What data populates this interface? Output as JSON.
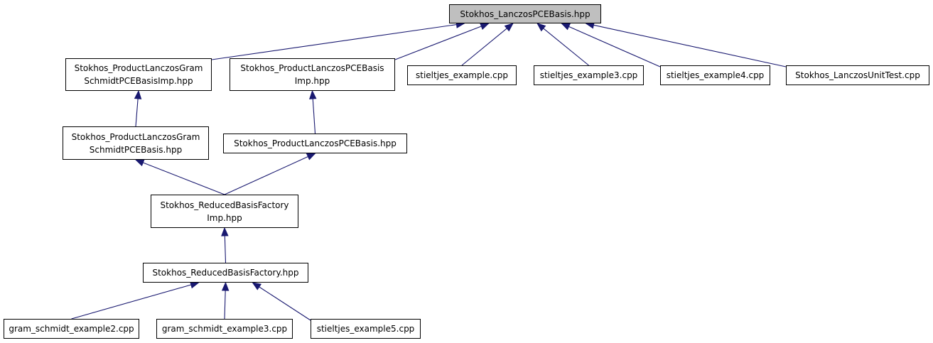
{
  "diagram": {
    "edge_color": "#191970",
    "root_fill": "#bfbfbf",
    "nodes": {
      "root": {
        "lines": [
          "Stokhos_LanczosPCEBasis.hpp"
        ]
      },
      "gram_schmidt_imp": {
        "lines": [
          "Stokhos_ProductLanczosGram",
          "SchmidtPCEBasisImp.hpp"
        ]
      },
      "product_imp": {
        "lines": [
          "Stokhos_ProductLanczosPCEBasis",
          "Imp.hpp"
        ]
      },
      "stieltjes_example": {
        "lines": [
          "stieltjes_example.cpp"
        ]
      },
      "stieltjes_example3": {
        "lines": [
          "stieltjes_example3.cpp"
        ]
      },
      "stieltjes_example4": {
        "lines": [
          "stieltjes_example4.cpp"
        ]
      },
      "lanczos_unit_test": {
        "lines": [
          "Stokhos_LanczosUnitTest.cpp"
        ]
      },
      "gram_schmidt": {
        "lines": [
          "Stokhos_ProductLanczosGram",
          "SchmidtPCEBasis.hpp"
        ]
      },
      "product": {
        "lines": [
          "Stokhos_ProductLanczosPCEBasis.hpp"
        ]
      },
      "reduced_factory_imp": {
        "lines": [
          "Stokhos_ReducedBasisFactory",
          "Imp.hpp"
        ]
      },
      "reduced_factory": {
        "lines": [
          "Stokhos_ReducedBasisFactory.hpp"
        ]
      },
      "gram_schmidt_example2": {
        "lines": [
          "gram_schmidt_example2.cpp"
        ]
      },
      "gram_schmidt_example3": {
        "lines": [
          "gram_schmidt_example3.cpp"
        ]
      },
      "stieltjes_example5": {
        "lines": [
          "stieltjes_example5.cpp"
        ]
      }
    },
    "edges": [
      {
        "from": "gram_schmidt_imp",
        "to": "root"
      },
      {
        "from": "product_imp",
        "to": "root"
      },
      {
        "from": "stieltjes_example",
        "to": "root"
      },
      {
        "from": "stieltjes_example3",
        "to": "root"
      },
      {
        "from": "stieltjes_example4",
        "to": "root"
      },
      {
        "from": "lanczos_unit_test",
        "to": "root"
      },
      {
        "from": "gram_schmidt",
        "to": "gram_schmidt_imp"
      },
      {
        "from": "product",
        "to": "product_imp"
      },
      {
        "from": "reduced_factory_imp",
        "to": "gram_schmidt"
      },
      {
        "from": "reduced_factory_imp",
        "to": "product"
      },
      {
        "from": "reduced_factory",
        "to": "reduced_factory_imp"
      },
      {
        "from": "gram_schmidt_example2",
        "to": "reduced_factory"
      },
      {
        "from": "gram_schmidt_example3",
        "to": "reduced_factory"
      },
      {
        "from": "stieltjes_example5",
        "to": "reduced_factory"
      }
    ]
  }
}
